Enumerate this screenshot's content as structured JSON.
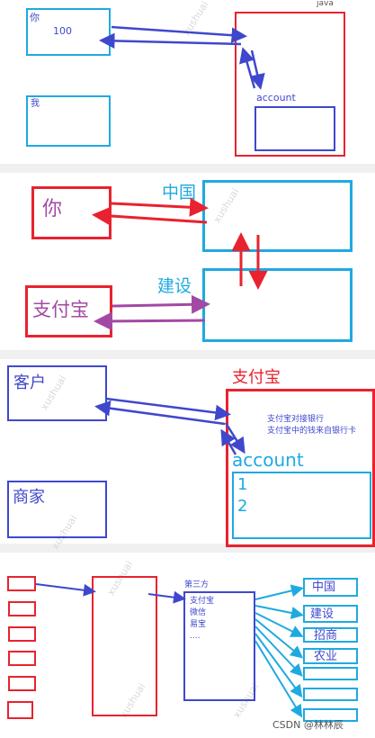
{
  "header": {
    "java_label": "java"
  },
  "panel1": {
    "you_label": "你",
    "value_label": "100",
    "me_label": "我",
    "account_label": "account"
  },
  "panel2": {
    "you_label": "你",
    "china_label": "中国",
    "ccb_label": "建设",
    "alipay_label": "支付宝"
  },
  "panel3": {
    "customer_label": "客户",
    "alipay_title": "支付宝",
    "note_line1": "支付宝对接银行",
    "note_line2": "支付宝中的钱来自银行卡",
    "account_label": "account",
    "account_items": [
      "1",
      "2"
    ],
    "merchant_label": "商家"
  },
  "panel4": {
    "third_party_title": "第三方",
    "providers": [
      "支付宝",
      "微信",
      "易宝",
      "...."
    ],
    "banks": [
      "中国",
      "建设",
      "招商",
      "农业",
      "",
      "",
      ""
    ]
  },
  "watermark": {
    "text": "xushuai",
    "credit": "CSDN @林林辰"
  },
  "colors": {
    "cyan": "#1fa9e1",
    "red": "#e8232f",
    "blue": "#3f48cc",
    "purple": "#a349a4"
  }
}
